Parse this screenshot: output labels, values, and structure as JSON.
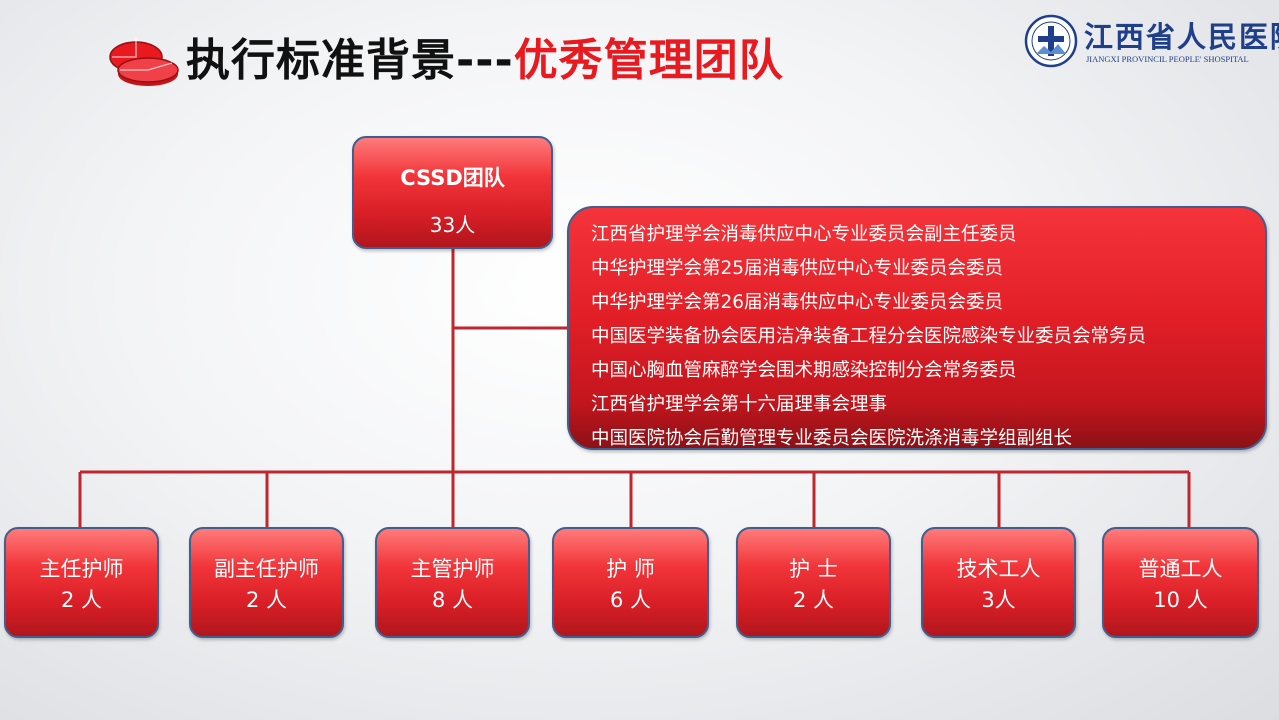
{
  "title": {
    "black": "执行标准背景---",
    "red": "优秀管理团队"
  },
  "logo": {
    "name_cn": "江西省人民医院",
    "name_en": "JIANGXI PROVINCIL PEOPLE' SHOSPITAL",
    "icon": "hospital-emblem-icon"
  },
  "title_icon": "red-disc-stack-icon",
  "colors": {
    "box_red": "#e21f27",
    "box_border": "#3e5f8f",
    "connector": "#c0262d",
    "title_red": "#e8191f",
    "logo_blue": "#1f3f8a"
  },
  "root": {
    "title": "CSSD团队",
    "count": "33人"
  },
  "honors": [
    "江西省护理学会消毒供应中心专业委员会副主任委员",
    "中华护理学会第25届消毒供应中心专业委员会委员",
    "中华护理学会第26届消毒供应中心专业委员会委员",
    "中国医学装备协会医用洁净装备工程分会医院感染专业委员会常务员",
    "中国心胸血管麻醉学会围术期感染控制分会常务委员",
    "江西省护理学会第十六届理事会理事",
    "中国医院协会后勤管理专业委员会医院洗涤消毒学组副组长"
  ],
  "roles": [
    {
      "title": "主任护师",
      "count": "2 人"
    },
    {
      "title": "副主任护师",
      "count": "2 人"
    },
    {
      "title": "主管护师",
      "count": "8 人"
    },
    {
      "title": "护 师",
      "count": "6 人"
    },
    {
      "title": "护 士",
      "count": "2 人"
    },
    {
      "title": "技术工人",
      "count": "3人"
    },
    {
      "title": "普通工人",
      "count": "10 人"
    }
  ]
}
